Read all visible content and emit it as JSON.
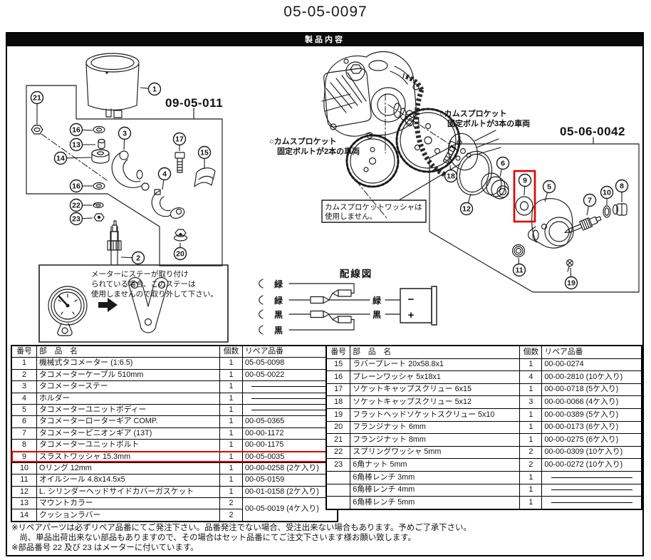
{
  "page_title": "05-05-0097",
  "header": {
    "title": "製品内容"
  },
  "colors": {
    "highlight_red": "#e10000",
    "ink": "#1a1a1a"
  },
  "diagram": {
    "left_kit": {
      "label": "09-05-011",
      "callouts": [
        "1",
        "21",
        "16",
        "13",
        "14",
        "3",
        "17",
        "15",
        "4",
        "16",
        "22",
        "23",
        "2",
        "20"
      ]
    },
    "right_kit": {
      "label": "05-06-0042",
      "callouts": [
        "18",
        "12",
        "6",
        "9",
        "5",
        "7",
        "10",
        "8",
        "11",
        "19"
      ]
    },
    "sprocket_2bolt": {
      "line1": "○カムスプロケット",
      "line2": "固定ボルトが2本の車両"
    },
    "sprocket_3bolt": {
      "line1": "○カムスプロケット",
      "line2": "固定ボルトが3本の車両"
    },
    "washer_note": {
      "line1": "カムスプロケットワッシャは",
      "line2": "使用しません。"
    },
    "stay_note": {
      "line1": "メーターにステーが取り付け",
      "line2": "られている場合、このステーは",
      "line3": "使用しませんので取り外して下さい。"
    },
    "wiring": {
      "title": "配線図",
      "left_wires": [
        "緑",
        "緑",
        "黒",
        "黒"
      ],
      "right_wires": [
        "緑",
        "黒"
      ],
      "meter_minus": "−",
      "meter_plus": "+"
    }
  },
  "parts_table_left": {
    "headers": [
      "番号",
      "部　品　名",
      "個数",
      "リペア品番"
    ],
    "rows": [
      {
        "no": "1",
        "name": "機械式タコメーター (1:6.5)",
        "qty": "1",
        "repair": "05-05-0098"
      },
      {
        "no": "2",
        "name": "タコメーターケーブル 510mm",
        "qty": "1",
        "repair": "00-05-0022"
      },
      {
        "no": "3",
        "name": "タコメーターステー",
        "qty": "1",
        "repair": null
      },
      {
        "no": "4",
        "name": "ホルダー",
        "qty": "1",
        "repair": null
      },
      {
        "no": "5",
        "name": "タコメーターユニットボディー",
        "qty": "1",
        "repair": null
      },
      {
        "no": "6",
        "name": "タコメーターローターギア COMP.",
        "qty": "1",
        "repair": "00-05-0365"
      },
      {
        "no": "7",
        "name": "タコメーターピニオンギア (13T)",
        "qty": "1",
        "repair": "00-00-1172"
      },
      {
        "no": "8",
        "name": "タコメーターユニットボルト",
        "qty": "1",
        "repair": "00-00-1175"
      },
      {
        "no": "9",
        "name": "スラストワッシャ 15.3mm",
        "qty": "1",
        "repair": "00-05-0035",
        "highlight": true
      },
      {
        "no": "10",
        "name": "Oリング 12mm",
        "qty": "1",
        "repair": "00-00-0258 (2ケ入り)"
      },
      {
        "no": "11",
        "name": "オイルシール 4.8x14.5x5",
        "qty": "1",
        "repair": "00-05-0159"
      },
      {
        "no": "12",
        "name": "L. シリンダーヘッドサイドカバーガスケット",
        "qty": "1",
        "repair": "00-01-0158 (2ケ入り)"
      },
      {
        "no": "13",
        "name": "マウントカラー",
        "qty": "2",
        "repair": "00-05-0019 (4ケ入り)",
        "rowspan": 2
      },
      {
        "no": "14",
        "name": "クッションラバー",
        "qty": "2",
        "merged": true
      }
    ]
  },
  "parts_table_right": {
    "headers": [
      "番号",
      "部　品　名",
      "個数",
      "リペア品番"
    ],
    "rows": [
      {
        "no": "15",
        "name": "ラバープレート 20x58.8x1",
        "qty": "1",
        "repair": "00-00-0274"
      },
      {
        "no": "16",
        "name": "プレーンワッシャ 5x18x1",
        "qty": "4",
        "repair": "00-00-2810 (10ケ入り)"
      },
      {
        "no": "17",
        "name": "ソケットキャップスクリュー 6x15",
        "qty": "1",
        "repair": "00-00-0718 (5ケ入り)"
      },
      {
        "no": "18",
        "name": "ソケットキャップスクリュー 5x12",
        "qty": "3",
        "repair": "00-00-0066 (4ケ入り)"
      },
      {
        "no": "19",
        "name": "フラットヘッドソケットスクリュー 5x10",
        "qty": "1",
        "repair": "00-00-0389 (5ケ入り)"
      },
      {
        "no": "20",
        "name": "フランジナット 6mm",
        "qty": "1",
        "repair": "00-00-0173 (6ケ入り)"
      },
      {
        "no": "21",
        "name": "フランジナット 8mm",
        "qty": "1",
        "repair": "00-00-0275 (6ケ入り)"
      },
      {
        "no": "22",
        "name": "スプリングワッシャ 5mm",
        "qty": "2",
        "repair": "00-00-0309 (10ケ入り)"
      },
      {
        "no": "23",
        "name": "6角ナット 5mm",
        "qty": "2",
        "repair": "00-00-0272 (10ケ入り)"
      },
      {
        "no": "",
        "name": "6角棒レンチ 3mm",
        "qty": "1",
        "repair": null
      },
      {
        "no": "",
        "name": "6角棒レンチ 4mm",
        "qty": "1",
        "repair": null
      },
      {
        "no": "",
        "name": "6角棒レンチ 5mm",
        "qty": "1",
        "repair": null
      }
    ]
  },
  "footnotes": [
    "※リペアパーツは必ずリペア品番にてご発注下さい。品番発注でない場合、受注出来ない場合もあります。予めご了承下さい。",
    "　尚、単品出荷出来ない部品もありますので、その場合はセット品番にてご注文下さいます様お願い致します。",
    "※部品番号 22 及び 23 はメーターに付いています。"
  ]
}
